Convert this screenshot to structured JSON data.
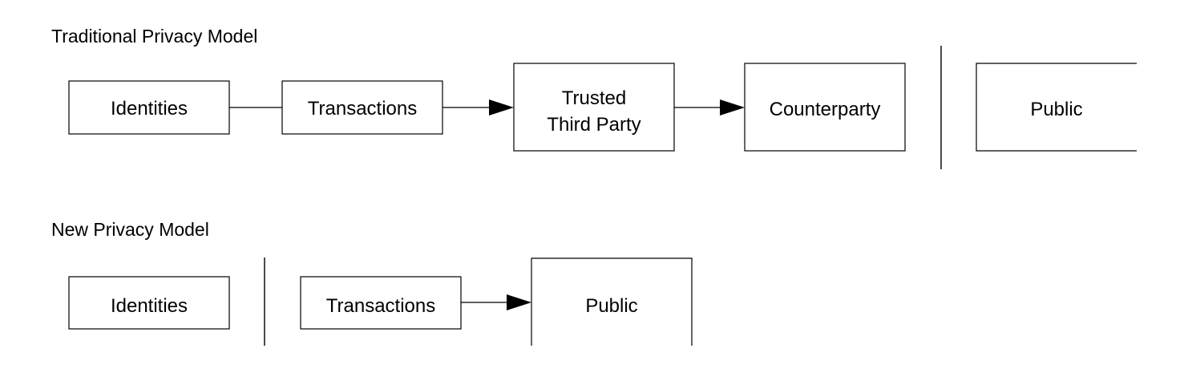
{
  "traditional": {
    "title": "Traditional Privacy Model",
    "identities": "Identities",
    "transactions": "Transactions",
    "trusted_line1": "Trusted",
    "trusted_line2": "Third Party",
    "counterparty": "Counterparty",
    "public": "Public"
  },
  "new_model": {
    "title": "New Privacy Model",
    "identities": "Identities",
    "transactions": "Transactions",
    "public": "Public"
  }
}
